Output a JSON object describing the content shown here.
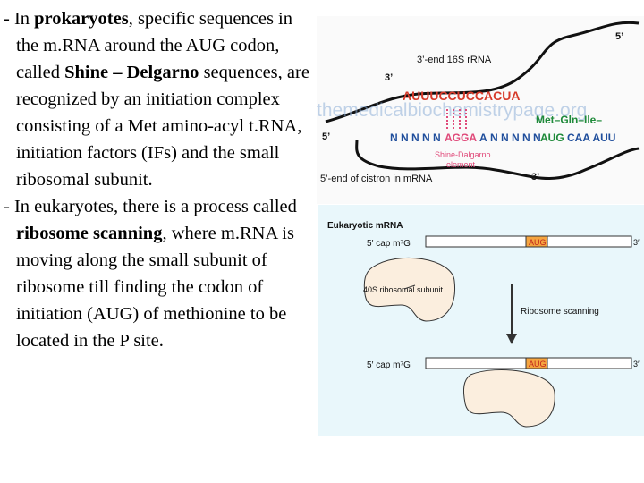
{
  "text": {
    "p1": {
      "dash": "- In ",
      "term1": "prokaryotes",
      "t1": ", specific sequences in the m.RNA around the AUG codon, called ",
      "term2": "Shine – Delgarno",
      "t2": " sequences, are recognized by an initiation complex consisting of a Met amino-acyl t.RNA, initiation factors (IFs) and the small ribosomal subunit."
    },
    "p2": {
      "t1": "- In eukaryotes, there is a process called  ",
      "term1": "ribosome scanning",
      "t2": ", where m.RNA is moving along the small subunit of ribosome till finding the codon of initiation (AUG) of methionine to be located in the P site."
    }
  },
  "prokaryote_figure": {
    "rrna_label": "3’-end 16S rRNA",
    "five_prime_top": "5’",
    "three_prime_left": "3’",
    "rrna_seq": "AUUUCCUCCACUA",
    "watermark": "themedicalbiochemistrypage.org",
    "peptide": "Met–Gln–Ile–",
    "mrna_five": "5’",
    "mrna_n1": "N N N N N",
    "mrna_sd": "AGGA",
    "mrna_a": "A",
    "mrna_n2": "N N N N N",
    "mrna_aug": "AUG",
    "mrna_codons": "CAA AUU",
    "sd_label_1": "Shine-Dalgarno",
    "sd_label_2": "element",
    "cistron_label": "5’-end of cistron in mRNA",
    "three_prime_bottom": "3’"
  },
  "eukaryote_figure": {
    "title": "Eukaryotic mRNA",
    "cap1": "5′ cap  m⁷G",
    "aug1": "AUG",
    "end1": "3′",
    "subunit_label": "40S ribosomal subunit",
    "scanning_label": "Ribosome scanning",
    "cap2": "5′ cap  m⁷G",
    "aug2": "AUG",
    "end2": "3′"
  },
  "colors": {
    "rrna_red": "#d63a2a",
    "peptide_green": "#1f8a3a",
    "mrna_blue": "#1f4e9c",
    "sd_pink": "#e04a7a",
    "euk_aug_bg": "#f5a540",
    "ribosome_fill": "#fbeede"
  }
}
